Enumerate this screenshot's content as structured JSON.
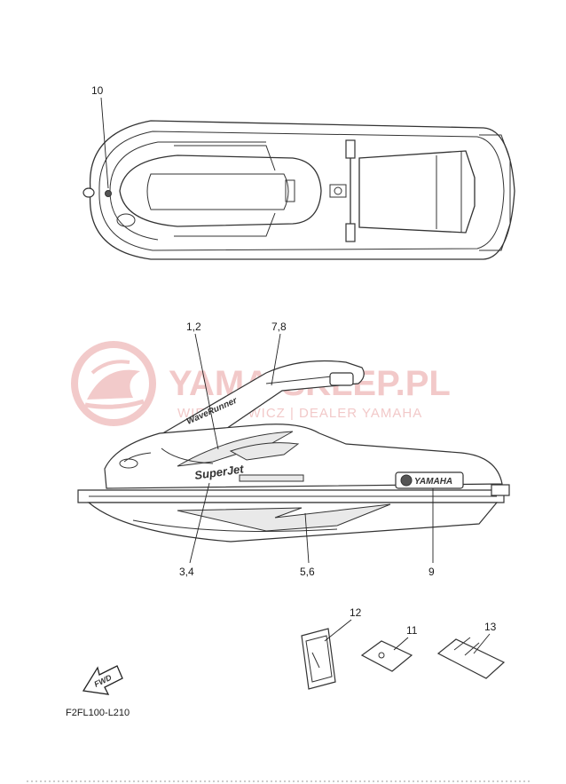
{
  "watermark": {
    "site": "YAMA-SKLEP.PL",
    "dealer": "WIERCHOWICZ | DEALER YAMAHA",
    "brand_color": "#e8a0a0"
  },
  "decals": {
    "brand": "YAMAHA",
    "hull_script": "SuperJet",
    "top_script": "WaveRunner"
  },
  "callouts": [
    {
      "id": "10",
      "label": "10"
    },
    {
      "id": "1-2",
      "label": "1,2"
    },
    {
      "id": "7-8",
      "label": "7,8"
    },
    {
      "id": "3-4",
      "label": "3,4"
    },
    {
      "id": "5-6",
      "label": "5,6"
    },
    {
      "id": "9",
      "label": "9"
    },
    {
      "id": "12",
      "label": "12"
    },
    {
      "id": "11",
      "label": "11"
    },
    {
      "id": "13",
      "label": "13"
    }
  ],
  "fwd_arrow": {
    "label": "FWD",
    "icon": "fwd-arrow-icon"
  },
  "part_code": "F2FL100-L210"
}
